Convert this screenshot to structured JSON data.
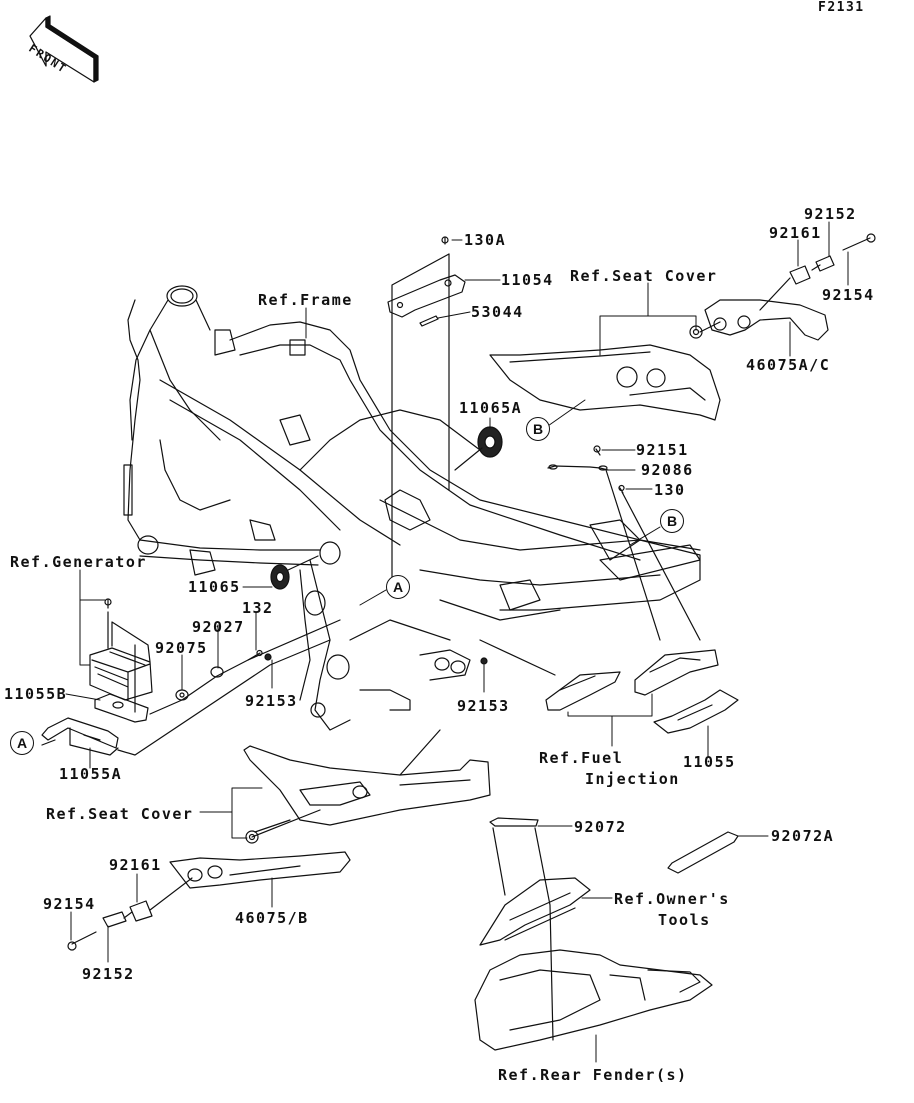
{
  "diagram": {
    "figure_code": "F2131",
    "front_arrow_label": "FRONT",
    "references": {
      "frame": "Ref.Frame",
      "seat_cover_top": "Ref.Seat Cover",
      "seat_cover_bottom": "Ref.Seat Cover",
      "generator": "Ref.Generator",
      "fuel_injection_line1": "Ref.Fuel",
      "fuel_injection_line2": "Injection",
      "owners_tools_line1": "Ref.Owner's",
      "owners_tools_line2": "Tools",
      "rear_fender": "Ref.Rear Fender(s)"
    },
    "parts": {
      "p130A": "130A",
      "p11054": "11054",
      "p53044": "53044",
      "p92152_top": "92152",
      "p92161_top": "92161",
      "p92154_top": "92154",
      "p46075AC": "46075A/C",
      "p11065A": "11065A",
      "p92151": "92151",
      "p92086": "92086",
      "p130": "130",
      "p11065": "11065",
      "p132": "132",
      "p92027": "92027",
      "p92075": "92075",
      "p11055B": "11055B",
      "p92153_left": "92153",
      "p92153_right": "92153",
      "p11055A": "11055A",
      "p11055": "11055",
      "p92072": "92072",
      "p92072A": "92072A",
      "p92161_bottom": "92161",
      "p46075B": "46075/B",
      "p92154_bottom": "92154",
      "p92152_bottom": "92152"
    },
    "callouts": {
      "A": "A",
      "B": "B"
    }
  }
}
